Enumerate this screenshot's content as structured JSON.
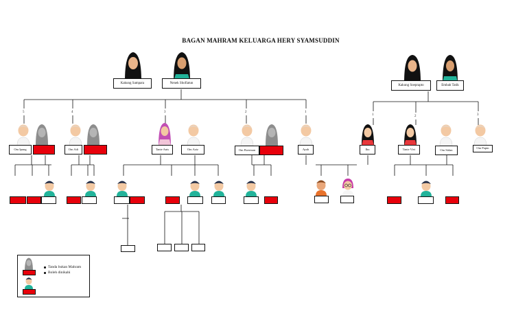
{
  "title": "BAGAN MAHRAM KELUARGA HERY SYAMSUDDIN",
  "left_grandparents": {
    "kakung": "Kakung Sampara",
    "nenek": "Nenek Shofiatun"
  },
  "right_grandparents": {
    "kakung": "Kakung Soeprapto",
    "embah": "Embah Tatik"
  },
  "branch_numbers_left": [
    "5",
    "4",
    "3",
    "2",
    "1"
  ],
  "branch_numbers_right": [
    "1",
    "2",
    "3"
  ],
  "generation1": {
    "om_ipung": "Om Ipung",
    "om_adi": "Om Adi",
    "tante_anis": "Tante Anis",
    "om_aziz": "Om Aziz",
    "om_boerman": "Om Boerman",
    "ayah": "Ayah",
    "ibu": "Ibu",
    "tante_vivi": "Tante Vivi",
    "om_sidan": "Om Sidan",
    "om_papin": "Om Papin"
  },
  "legend": {
    "items": [
      "Tanda bukan Mahram",
      "Boleh dinikahi"
    ]
  },
  "colors": {
    "red": "#e8000b",
    "line": "#111111",
    "gray_avatar": "#8d8d8d"
  }
}
